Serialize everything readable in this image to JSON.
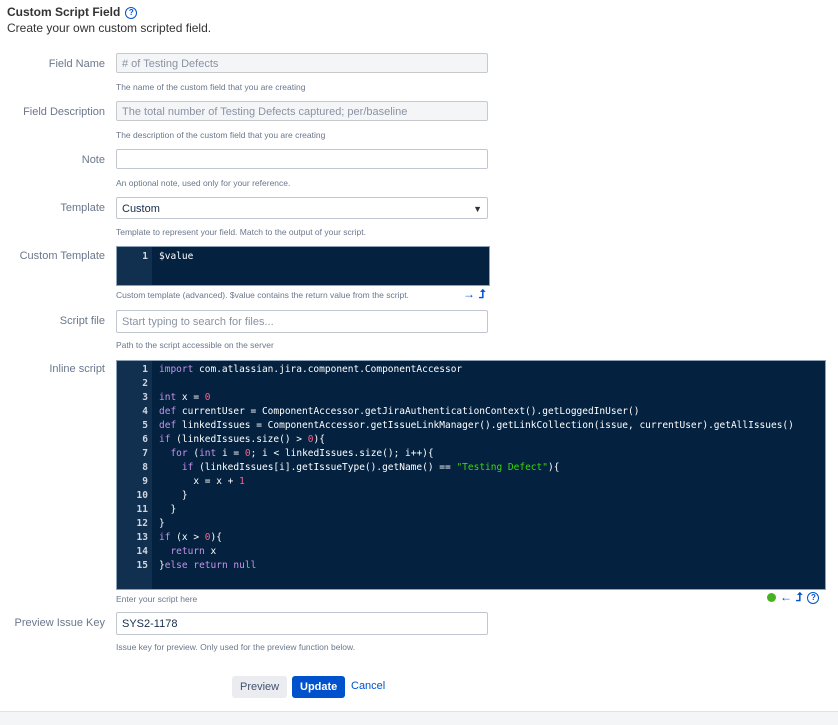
{
  "header": {
    "title": "Custom Script Field",
    "subtitle": "Create your own custom scripted field."
  },
  "fields": {
    "field_name": {
      "label": "Field Name",
      "value": "# of Testing Defects",
      "description": "The name of the custom field that you are creating"
    },
    "field_description": {
      "label": "Field Description",
      "value": "The total number of Testing Defects captured; per/baseline",
      "description": "The description of the custom field that you are creating"
    },
    "note": {
      "label": "Note",
      "value": "",
      "description": "An optional note, used only for your reference."
    },
    "template": {
      "label": "Template",
      "value": "Custom",
      "description": "Template to represent your field. Match to the output of your script."
    },
    "custom_template": {
      "label": "Custom Template",
      "line": "1",
      "code": "$value",
      "description": "Custom template (advanced). $value contains the return value from the script."
    },
    "script_file": {
      "label": "Script file",
      "placeholder": "Start typing to search for files...",
      "description": "Path to the script accessible on the server"
    },
    "inline_script": {
      "label": "Inline script",
      "description": "Enter your script here",
      "lines": [
        "1",
        "2",
        "3",
        "4",
        "5",
        "6",
        "7",
        "8",
        "9",
        "10",
        "11",
        "12",
        "13",
        "14",
        "15"
      ],
      "code": [
        "import com.atlassian.jira.component.ComponentAccessor",
        "",
        "int x = 0",
        "def currentUser = ComponentAccessor.getJiraAuthenticationContext().getLoggedInUser()",
        "def linkedIssues = ComponentAccessor.getIssueLinkManager().getLinkCollection(issue, currentUser).getAllIssues()",
        "if (linkedIssues.size() > 0){",
        "  for (int i = 0; i < linkedIssues.size(); i++){",
        "    if (linkedIssues[i].getIssueType().getName() == \"Testing Defect\"){",
        "      x = x + 1",
        "    }",
        "  }",
        "}",
        "if (x > 0){",
        "  return x",
        "}else return null"
      ]
    },
    "preview_issue_key": {
      "label": "Preview Issue Key",
      "value": "SYS2-1178",
      "description": "Issue key for preview. Only used for the preview function below."
    }
  },
  "icons": {
    "help": "question-circle-icon",
    "expand": "arrow-right-icon",
    "collapse": "arrow-left-icon",
    "upload": "arrow-up-icon",
    "status": "green-dot-icon"
  },
  "buttons": {
    "preview": "Preview",
    "update": "Update",
    "cancel": "Cancel"
  },
  "colors": {
    "primary": "#0052cc",
    "editor_bg": "#04223f",
    "status_ok": "#47b11f"
  }
}
